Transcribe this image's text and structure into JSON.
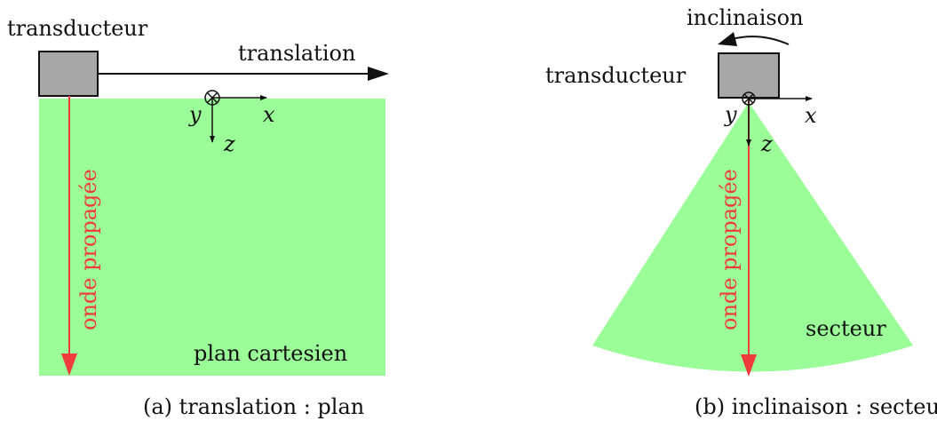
{
  "colors": {
    "field": "#9bfd97",
    "transducer": "#a7a7a7",
    "wave": "#ef3b3b",
    "ink": "#111111"
  },
  "panel_a": {
    "transducer_label": "transducteur",
    "motion_label": "translation",
    "axis_x": "x",
    "axis_y": "y",
    "axis_z": "z",
    "wave_label": "onde propagée",
    "region_label": "plan cartesien",
    "caption": "(a) translation : plan"
  },
  "panel_b": {
    "transducer_label": "transducteur",
    "motion_label": "inclinaison",
    "axis_x": "x",
    "axis_y": "y",
    "axis_z": "z",
    "wave_label": "onde propagée",
    "region_label": "secteur",
    "caption": "(b) inclinaison : secteur"
  }
}
